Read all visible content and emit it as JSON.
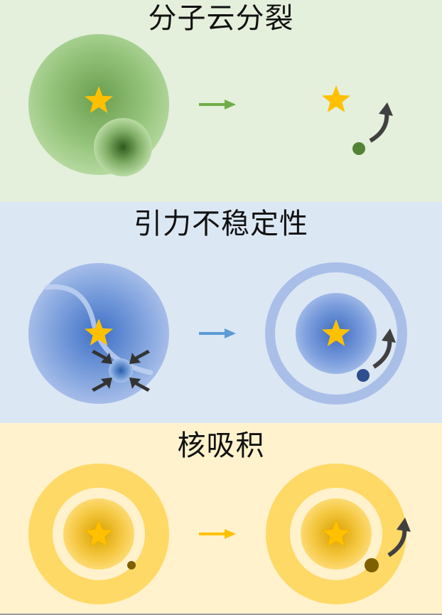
{
  "panels": [
    {
      "title": "分子云分裂",
      "colors": {
        "background": "#e4efdc",
        "cloud": "#a9d18e",
        "arrow": "#70ad47",
        "companion": "#548235"
      }
    },
    {
      "title": "引力不稳定性",
      "colors": {
        "background": "#dce7f4",
        "disk": "#9db4e0",
        "arrow": "#5b9bd5",
        "companion": "#2f4e8f"
      }
    },
    {
      "title": "核吸积",
      "colors": {
        "background": "#fff2cc",
        "disk": "#ffd966",
        "arrow": "#ffc000",
        "companion": "#7f6000"
      }
    }
  ],
  "star_color": "#ffc000",
  "icons": [
    "star-icon",
    "right-arrow-icon",
    "orbit-arrow-icon",
    "compression-arrow-icon"
  ]
}
